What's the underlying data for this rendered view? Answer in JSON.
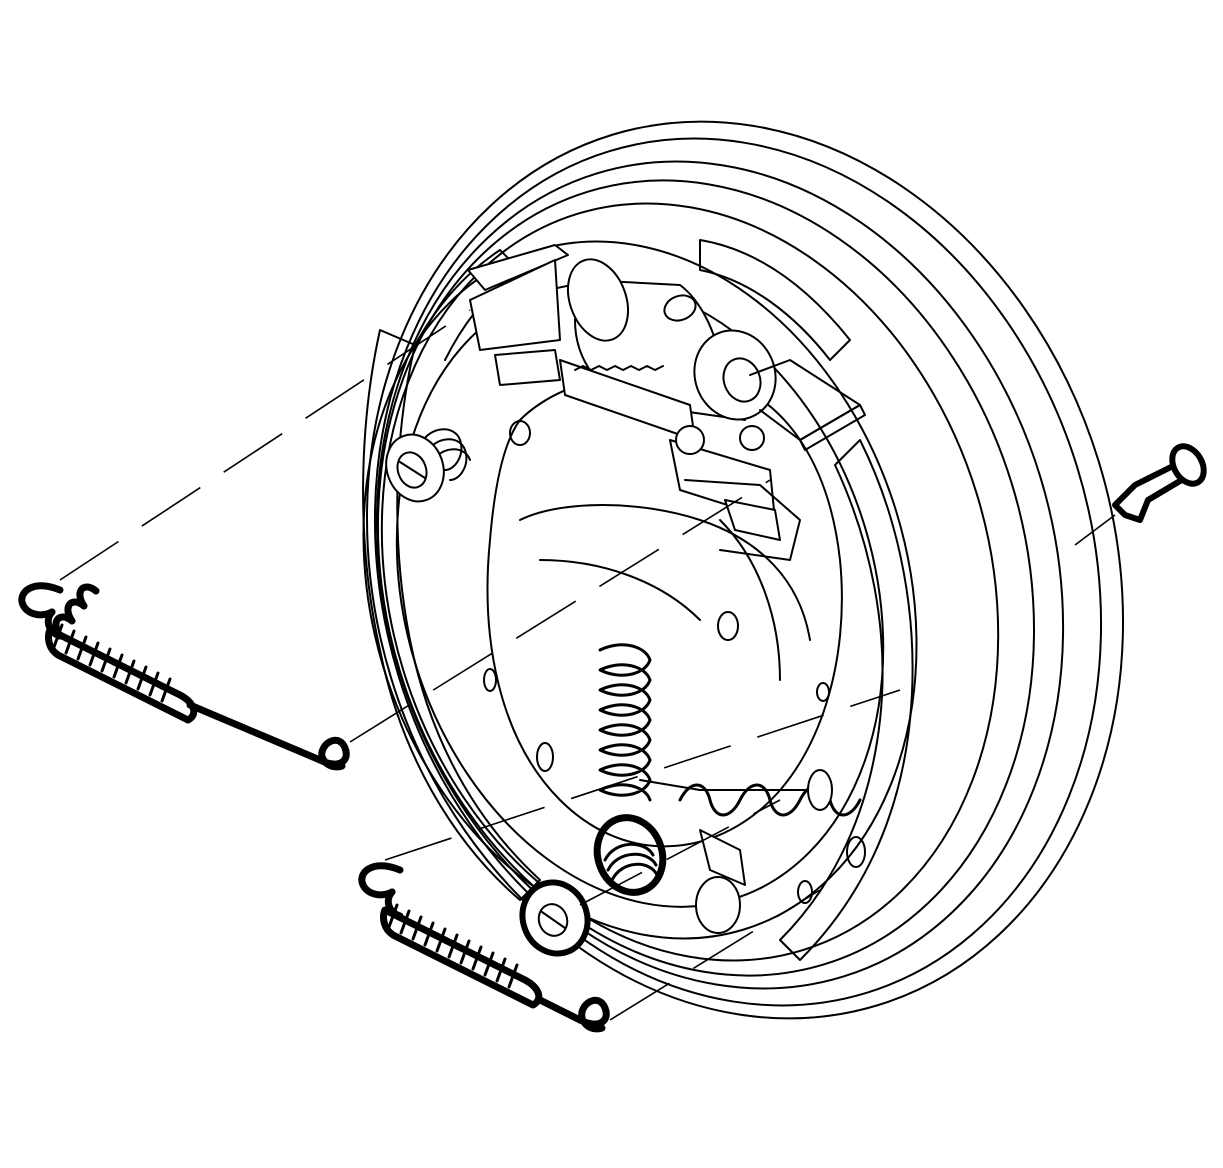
{
  "diagram": {
    "kind": "exploded-view line drawing",
    "line_color": "#000000",
    "background_color": "#ffffff",
    "parts": [
      "brake-drum",
      "backing-plate",
      "wheel-cylinder",
      "brake-shoe-leading",
      "brake-shoe-trailing",
      "adjuster-mechanism",
      "upper-return-spring",
      "lower-return-spring",
      "hold-down-spring",
      "hold-down-cup",
      "hold-down-pin",
      "installed-springs"
    ]
  }
}
